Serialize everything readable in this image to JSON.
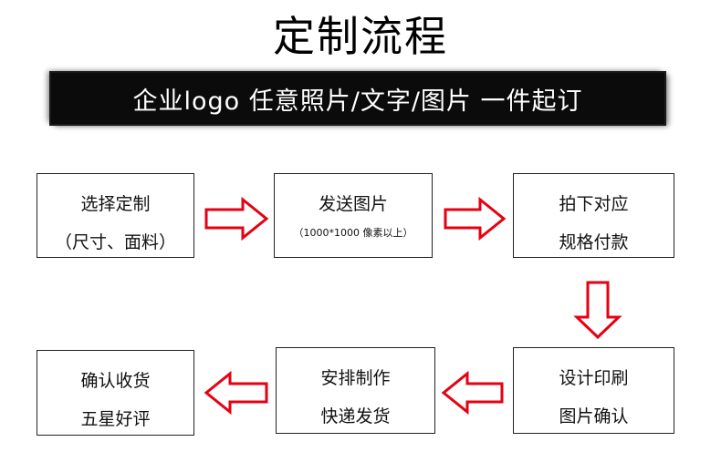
{
  "title": "定制流程",
  "banner": "企业logo 任意照片/文字/图片 一件起订",
  "steps": [
    {
      "line1": "选择定制",
      "line2": "（尺寸、面料）"
    },
    {
      "line1": "发送图片",
      "line2": "（1000*1000 像素以上）"
    },
    {
      "line1": "拍下对应",
      "line2": "规格付款"
    },
    {
      "line1": "设计印刷",
      "line2": "图片确认"
    },
    {
      "line1": "安排制作",
      "line2": "快递发货"
    },
    {
      "line1": "确认收货",
      "line2": "五星好评"
    }
  ],
  "colors": {
    "arrow": "#e60012",
    "banner": "#0b0b0b",
    "border": "#222222"
  }
}
